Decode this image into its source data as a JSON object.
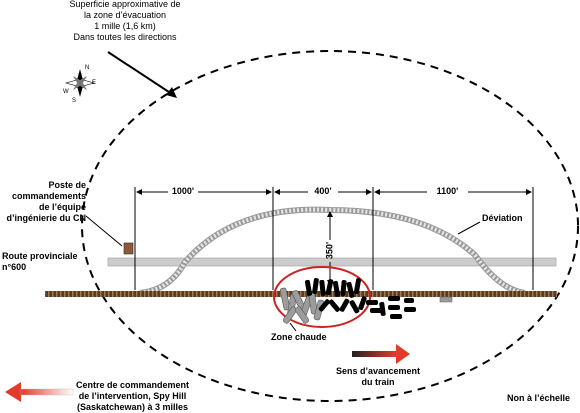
{
  "evacuation_zone": {
    "label": "Superficie approximative de\nla zone d’évacuation\n1 mille (1,6 km)\nDans toutes les directions"
  },
  "compass": {
    "icon": "compass-rose-icon",
    "north": "N",
    "east": "E",
    "south": "S",
    "west": "W"
  },
  "command_post": {
    "label": "Poste de\ncommandements\nde l’équipe\nd’ingénierie du CN"
  },
  "dimensions": {
    "segment_1": "1000'",
    "segment_2": "400'",
    "segment_3": "1100'",
    "vertical": "350'"
  },
  "deviation": {
    "label": "Déviation"
  },
  "road": {
    "label": "Route provinciale\nn°600",
    "color": "#cccccc"
  },
  "railway": {
    "color": "#6b4a2a"
  },
  "hot_zone": {
    "label": "Zone chaude",
    "color": "#cc2222"
  },
  "train_direction": {
    "label": "Sens d’avancement\ndu train",
    "icon": "arrow-right-icon"
  },
  "intervention_center": {
    "label": "Centre de commandement\nde l’intervention, Spy Hill\n(Saskatchewan) à 3 milles",
    "icon": "arrow-left-icon"
  },
  "scale_note": {
    "label": "Non à l’échelle"
  }
}
